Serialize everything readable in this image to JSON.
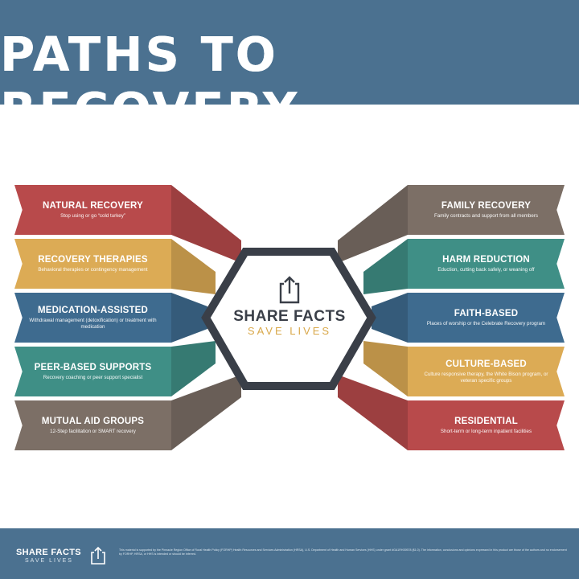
{
  "header": {
    "title": "PATHS TO RECOVERY"
  },
  "center": {
    "line1": "SHARE FACTS",
    "line2": "SAVE LIVES",
    "icon": "share-icon"
  },
  "left_items": [
    {
      "title": "NATURAL RECOVERY",
      "sub": "Stop using or go “cold turkey”",
      "color": "#b84a4b"
    },
    {
      "title": "RECOVERY THERAPIES",
      "sub": "Behavioral therapies or contingency management",
      "color": "#dcab55"
    },
    {
      "title": "MEDICATION-ASSISTED",
      "sub": "Withdrawal management (detoxification) or treatment with medication",
      "color": "#3e6b8f"
    },
    {
      "title": "PEER-BASED SUPPORTS",
      "sub": "Recovery coaching or peer support specialist",
      "color": "#3f8f86"
    },
    {
      "title": "MUTUAL AID GROUPS",
      "sub": "12-Step facilitation or SMART recovery",
      "color": "#7c6f66"
    }
  ],
  "right_items": [
    {
      "title": "FAMILY RECOVERY",
      "sub": "Family contracts and support from all members",
      "color": "#7c6f66"
    },
    {
      "title": "HARM REDUCTION",
      "sub": "Eduction, cutting back safely, or weaning off",
      "color": "#3f8f86"
    },
    {
      "title": "FAITH-BASED",
      "sub": "Places of worship or the Celebrate Recovery program",
      "color": "#3e6b8f"
    },
    {
      "title": "CULTURE-BASED",
      "sub": "Culture responsive therapy, the White Bison program, or veteran specific groups",
      "color": "#dcab55"
    },
    {
      "title": "RESIDENTIAL",
      "sub": "Short-term or long-term inpatient facilities",
      "color": "#b84a4b"
    }
  ],
  "footer": {
    "logo_line1": "SHARE FACTS",
    "logo_line2": "SAVE LIVES",
    "disclaimer": "This material is supported by the Pinnacle Region Office of Rural Health Policy (FORHP) Health Resources and Services Administration (HRSA), U.S. Department of Health and Human Services (HHS) under grant #GA1RH39578 ($1.0). The information, conclusions and opinions expressed in this product are those of the authors and no endorsement by FORHP, HRSA, or HHS is intended or should be inferred."
  }
}
